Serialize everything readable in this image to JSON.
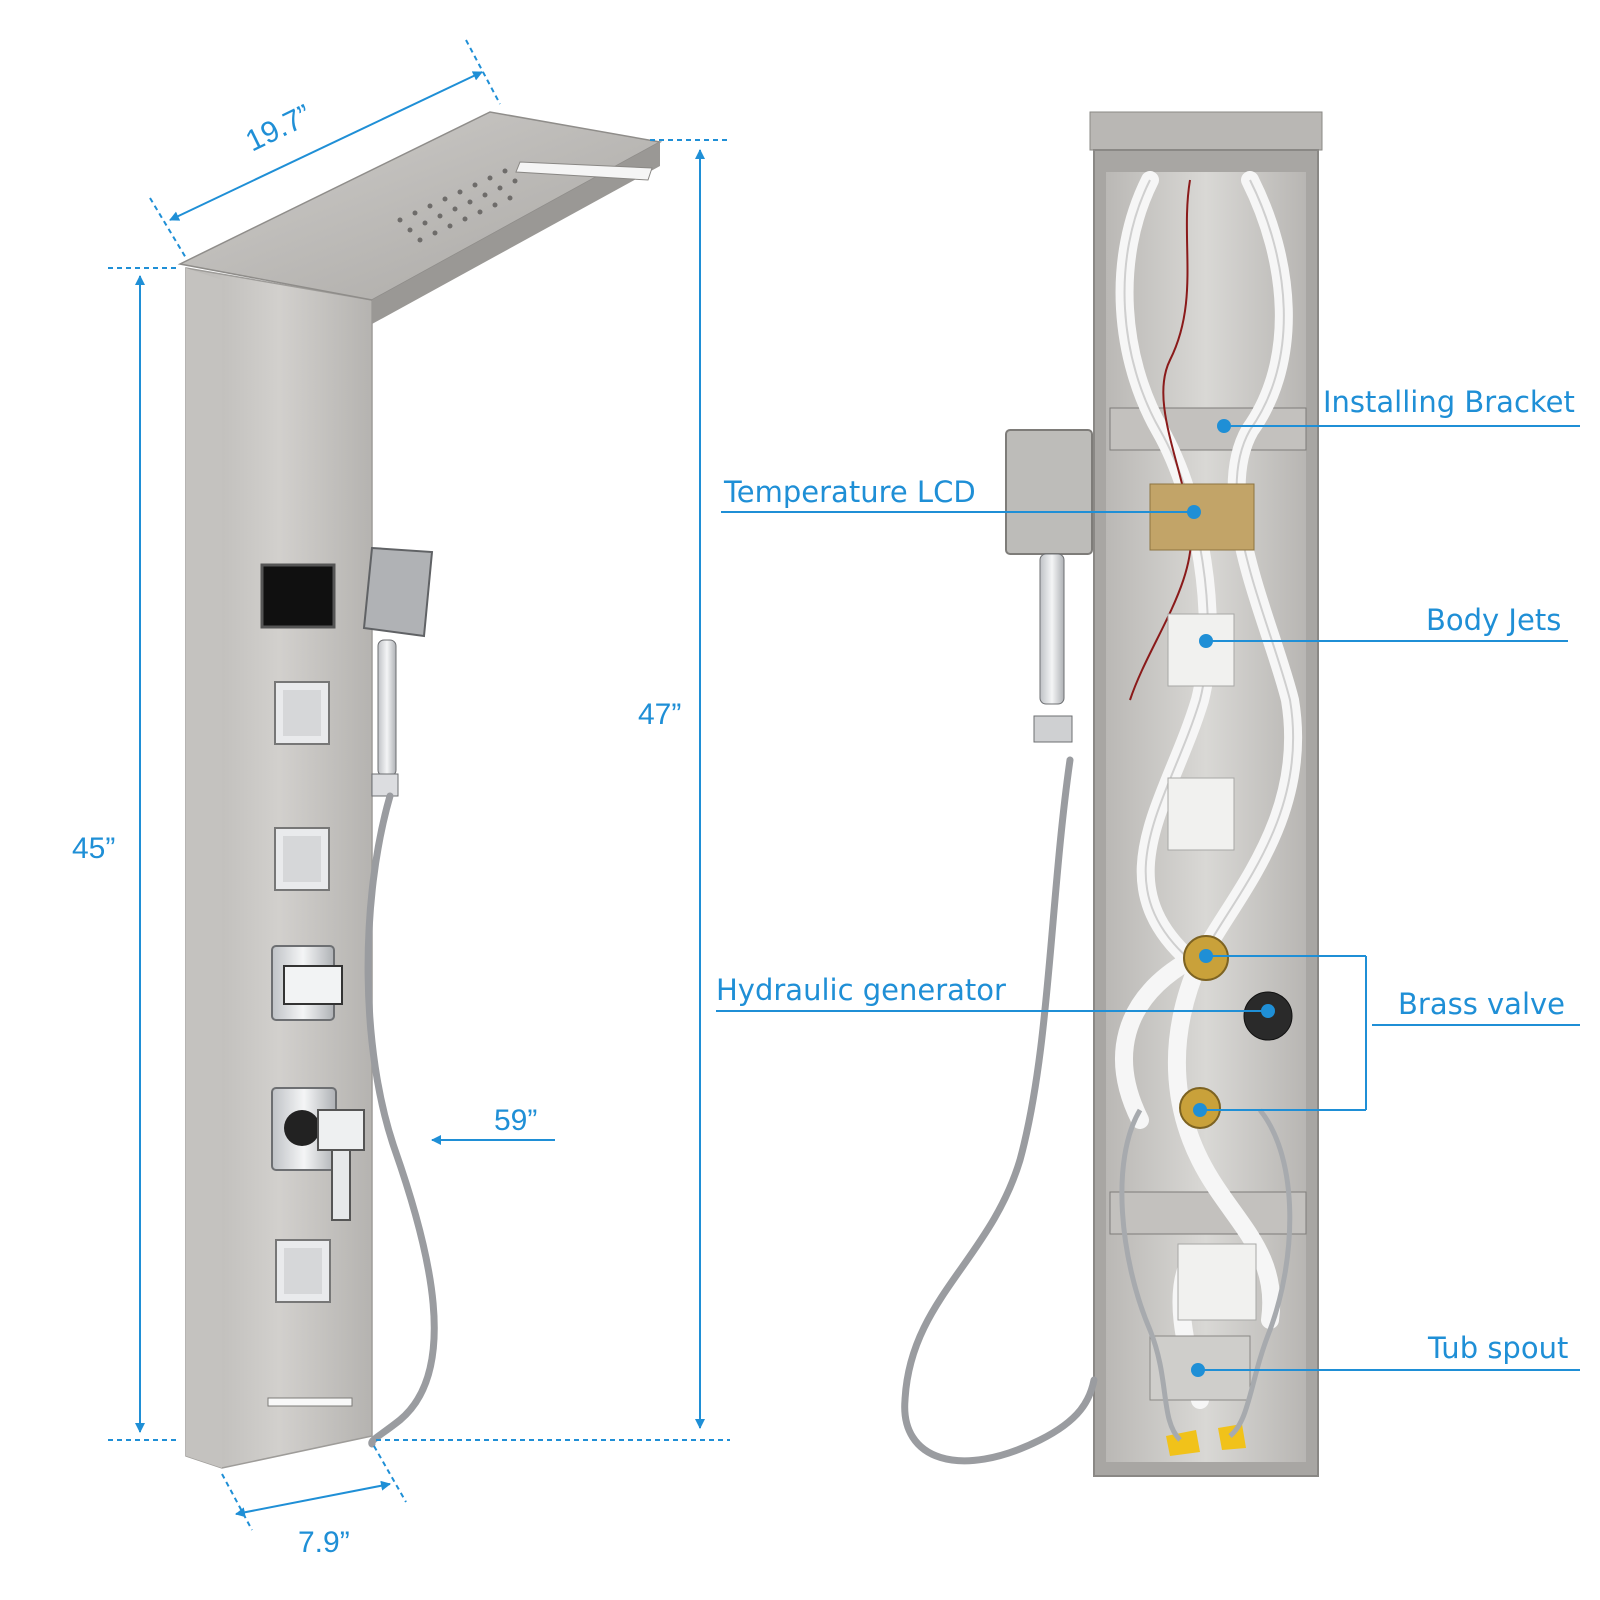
{
  "colors": {
    "accent": "#1f8fd6",
    "panel": "#c8c6c3",
    "panel_dark": "#a9a7a4",
    "chrome": "#e4e5e7",
    "hose": "#f7f7f7",
    "brass": "#c9a13a"
  },
  "dimensions": {
    "width_top": "19.7”",
    "height_panel": "45”",
    "height_total": "47”",
    "hose_length": "59”",
    "width_bottom": "7.9”"
  },
  "callouts": {
    "installing_bracket": "Installing Bracket",
    "temperature_lcd": "Temperature LCD",
    "body_jets": "Body Jets",
    "hydraulic_generator": "Hydraulic generator",
    "brass_valve": "Brass valve",
    "tub_spout": "Tub spout"
  },
  "icons": {
    "front_view": "shower-panel-front-icon",
    "back_view": "shower-panel-interior-icon",
    "hand_shower": "hand-shower-icon"
  }
}
